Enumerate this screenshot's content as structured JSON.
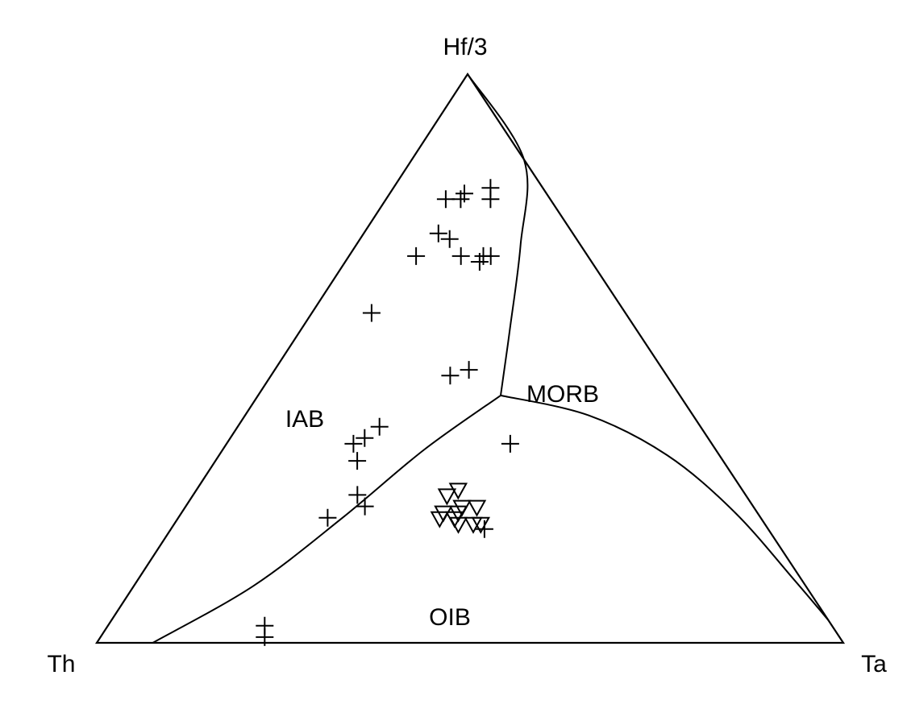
{
  "chart_data": {
    "type": "scatter",
    "subtype": "ternary",
    "apices": {
      "top": "Hf/3",
      "left": "Th",
      "right": "Ta"
    },
    "region_labels": [
      "IAB",
      "MORB",
      "OIB"
    ],
    "grid": false,
    "legend": "none",
    "color": "#000000",
    "series": [
      {
        "marker": "plus",
        "points": [
          {
            "hf3": 0.03,
            "th": 0.76,
            "ta": 0.21
          },
          {
            "hf3": 0.01,
            "th": 0.77,
            "ta": 0.22
          },
          {
            "hf3": 0.22,
            "th": 0.58,
            "ta": 0.2
          },
          {
            "hf3": 0.24,
            "th": 0.52,
            "ta": 0.24
          },
          {
            "hf3": 0.26,
            "th": 0.52,
            "ta": 0.22
          },
          {
            "hf3": 0.32,
            "th": 0.49,
            "ta": 0.19
          },
          {
            "hf3": 0.35,
            "th": 0.48,
            "ta": 0.17
          },
          {
            "hf3": 0.36,
            "th": 0.46,
            "ta": 0.18
          },
          {
            "hf3": 0.58,
            "th": 0.34,
            "ta": 0.08
          },
          {
            "hf3": 0.38,
            "th": 0.43,
            "ta": 0.19
          },
          {
            "hf3": 0.47,
            "th": 0.29,
            "ta": 0.24
          },
          {
            "hf3": 0.48,
            "th": 0.26,
            "ta": 0.26
          },
          {
            "hf3": 0.68,
            "th": 0.23,
            "ta": 0.09
          },
          {
            "hf3": 0.72,
            "th": 0.18,
            "ta": 0.1
          },
          {
            "hf3": 0.78,
            "th": 0.14,
            "ta": 0.08
          },
          {
            "hf3": 0.68,
            "th": 0.17,
            "ta": 0.15
          },
          {
            "hf3": 0.71,
            "th": 0.17,
            "ta": 0.12
          },
          {
            "hf3": 0.68,
            "th": 0.14,
            "ta": 0.18
          },
          {
            "hf3": 0.67,
            "th": 0.15,
            "ta": 0.18
          },
          {
            "hf3": 0.68,
            "th": 0.13,
            "ta": 0.19
          },
          {
            "hf3": 0.78,
            "th": 0.12,
            "ta": 0.1
          },
          {
            "hf3": 0.79,
            "th": 0.11,
            "ta": 0.1
          },
          {
            "hf3": 0.78,
            "th": 0.08,
            "ta": 0.14
          },
          {
            "hf3": 0.8,
            "th": 0.07,
            "ta": 0.13
          },
          {
            "hf3": 0.35,
            "th": 0.27,
            "ta": 0.38
          },
          {
            "hf3": 0.2,
            "th": 0.38,
            "ta": 0.42
          }
        ]
      },
      {
        "marker": "triangle-down",
        "points": [
          {
            "hf3": 0.26,
            "th": 0.4,
            "ta": 0.34
          },
          {
            "hf3": 0.27,
            "th": 0.38,
            "ta": 0.35
          },
          {
            "hf3": 0.24,
            "th": 0.39,
            "ta": 0.37
          },
          {
            "hf3": 0.23,
            "th": 0.42,
            "ta": 0.35
          },
          {
            "hf3": 0.23,
            "th": 0.4,
            "ta": 0.37
          },
          {
            "hf3": 0.22,
            "th": 0.41,
            "ta": 0.37
          },
          {
            "hf3": 0.24,
            "th": 0.37,
            "ta": 0.39
          },
          {
            "hf3": 0.21,
            "th": 0.38,
            "ta": 0.41
          },
          {
            "hf3": 0.22,
            "th": 0.43,
            "ta": 0.35
          },
          {
            "hf3": 0.21,
            "th": 0.41,
            "ta": 0.38
          },
          {
            "hf3": 0.21,
            "th": 0.39,
            "ta": 0.4
          }
        ]
      }
    ],
    "boundaries": [
      {
        "name": "iab-morb-upper",
        "points": [
          {
            "hf3": 1.0,
            "th": 0.0,
            "ta": 0.0
          },
          {
            "hf3": 0.85,
            "th": 0.0,
            "ta": 0.15
          },
          {
            "hf3": 0.7,
            "th": 0.08,
            "ta": 0.22
          },
          {
            "hf3": 0.55,
            "th": 0.17,
            "ta": 0.28
          },
          {
            "hf3": 0.435,
            "th": 0.24,
            "ta": 0.325
          }
        ]
      },
      {
        "name": "iab-oib",
        "points": [
          {
            "hf3": 0.435,
            "th": 0.24,
            "ta": 0.325
          },
          {
            "hf3": 0.34,
            "th": 0.39,
            "ta": 0.27
          },
          {
            "hf3": 0.22,
            "th": 0.56,
            "ta": 0.22
          },
          {
            "hf3": 0.1,
            "th": 0.74,
            "ta": 0.16
          },
          {
            "hf3": 0.0,
            "th": 0.925,
            "ta": 0.075
          }
        ]
      },
      {
        "name": "morb-oib",
        "points": [
          {
            "hf3": 0.435,
            "th": 0.24,
            "ta": 0.325
          },
          {
            "hf3": 0.4,
            "th": 0.14,
            "ta": 0.46
          },
          {
            "hf3": 0.33,
            "th": 0.07,
            "ta": 0.6
          },
          {
            "hf3": 0.23,
            "th": 0.03,
            "ta": 0.74
          },
          {
            "hf3": 0.11,
            "th": 0.01,
            "ta": 0.88
          },
          {
            "hf3": 0.04,
            "th": 0.0,
            "ta": 0.96
          }
        ]
      }
    ]
  }
}
